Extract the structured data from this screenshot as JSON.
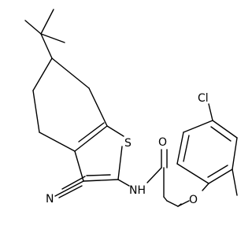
{
  "molecule": {
    "bond_color": "#000000",
    "atom_labels": {
      "s": "S",
      "nh": "NH",
      "n": "N",
      "o": "O",
      "ol": "O",
      "cl": "Cl"
    }
  }
}
